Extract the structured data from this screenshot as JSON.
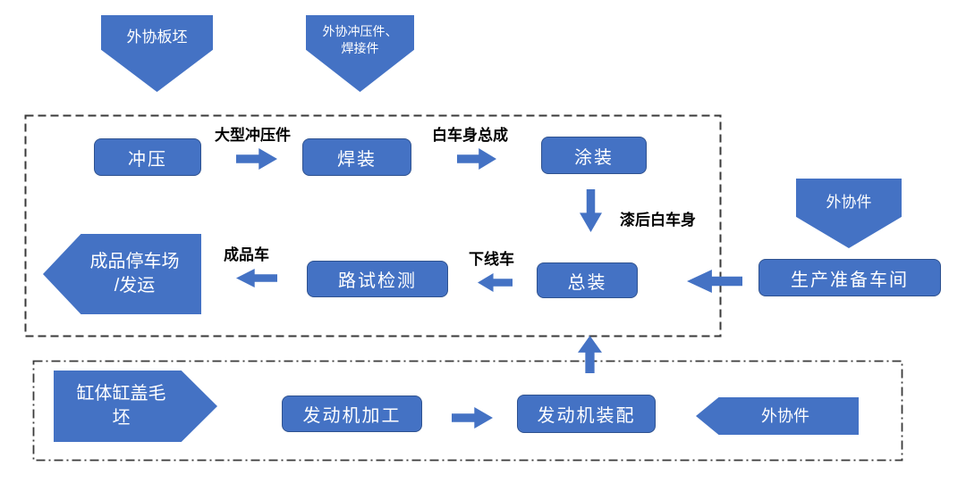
{
  "colors": {
    "shape_fill": "#4472C4",
    "shape_border": "#2F528F",
    "container_border": "#3A3A3A",
    "shape_text": "#FFFFFF",
    "label_text": "#000000",
    "background": "#FFFFFF"
  },
  "top_inputs": {
    "slab": "外协板坯",
    "stamping_welding_line1": "外协冲压件、",
    "stamping_welding_line2": "焊接件"
  },
  "vehicle_plant": {
    "stamping": "冲压",
    "welding": "焊装",
    "painting": "涂装",
    "final_assembly": "总装",
    "road_test": "路试检测",
    "parking_line1": "成品停车场",
    "parking_line2": "/发运"
  },
  "flow_labels": {
    "large_stampings": "大型冲压件",
    "body_in_white": "白车身总成",
    "painted_body": "漆后白车身",
    "offline_car": "下线车",
    "finished_car": "成品车"
  },
  "externals": {
    "outsourced_parts_top": "外协件",
    "prep_workshop": "生产准备车间"
  },
  "engine_plant": {
    "blank_line1": "缸体缸盖毛",
    "blank_line2": "坯",
    "machining": "发动机加工",
    "assembly": "发动机装配",
    "outsourced_parts": "外协件"
  }
}
